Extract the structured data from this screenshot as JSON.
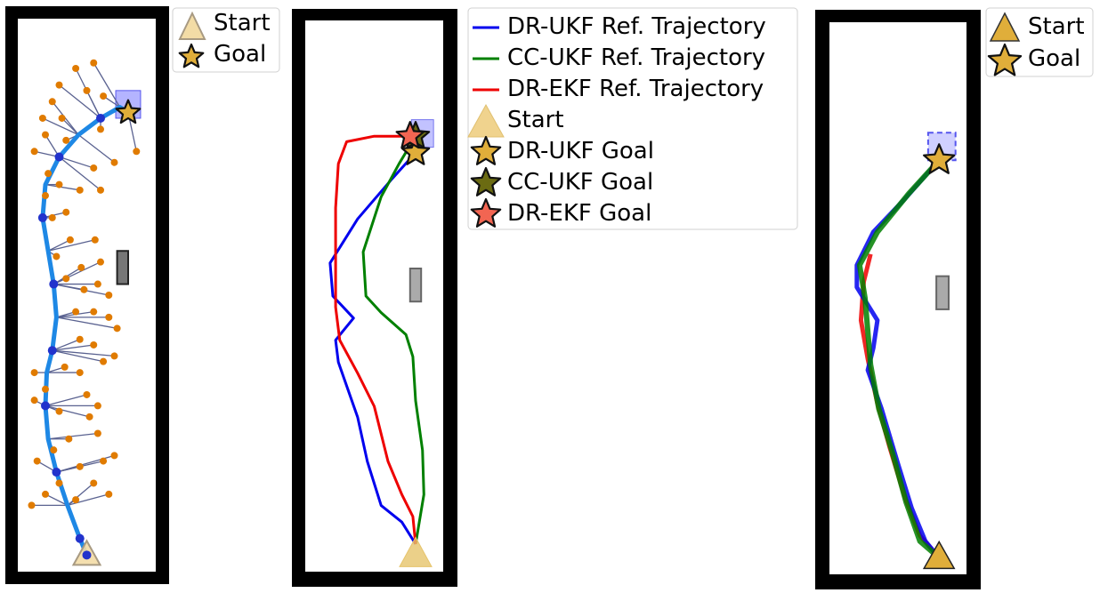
{
  "colors": {
    "dr_ukf": "#0000ee",
    "cc_ukf": "#008000",
    "dr_ekf": "#ee0000",
    "tree_edge": "#5a6290",
    "tree_node": "#e07b00",
    "path": "#1e88e5",
    "goal_gold": "#e0ae3a",
    "goal_olive": "#6b6b12",
    "goal_red": "#f26552",
    "start_fill": "#e6c46b",
    "goal_region": "#7777ff",
    "obstacle": "#777777"
  },
  "legend1": {
    "items": [
      {
        "label": "Start",
        "marker": "triangle"
      },
      {
        "label": "Goal",
        "marker": "star"
      }
    ]
  },
  "legend2": {
    "items": [
      {
        "label": "DR-UKF Ref. Trajectory",
        "marker": "line-blue"
      },
      {
        "label": "CC-UKF Ref. Trajectory",
        "marker": "line-green"
      },
      {
        "label": "DR-EKF Ref. Trajectory",
        "marker": "line-red"
      },
      {
        "label": "Start",
        "marker": "triangle"
      },
      {
        "label": "DR-UKF Goal",
        "marker": "star-gold"
      },
      {
        "label": "CC-UKF Goal",
        "marker": "star-olive"
      },
      {
        "label": "DR-EKF Goal",
        "marker": "star-red"
      }
    ]
  },
  "legend3": {
    "items": [
      {
        "label": "Start",
        "marker": "triangle"
      },
      {
        "label": "Goal",
        "marker": "star"
      }
    ]
  },
  "chart_data": [
    {
      "type": "scatter",
      "title": "",
      "xlim": [
        0,
        1
      ],
      "ylim": [
        0,
        1
      ],
      "start": [
        0.5,
        0.03
      ],
      "goal": [
        0.8,
        0.83
      ],
      "path": [
        [
          0.5,
          0.03
        ],
        [
          0.45,
          0.06
        ],
        [
          0.36,
          0.12
        ],
        [
          0.28,
          0.18
        ],
        [
          0.22,
          0.24
        ],
        [
          0.2,
          0.3
        ],
        [
          0.21,
          0.36
        ],
        [
          0.25,
          0.4
        ],
        [
          0.28,
          0.46
        ],
        [
          0.26,
          0.52
        ],
        [
          0.22,
          0.58
        ],
        [
          0.18,
          0.64
        ],
        [
          0.2,
          0.7
        ],
        [
          0.3,
          0.75
        ],
        [
          0.44,
          0.79
        ],
        [
          0.6,
          0.82
        ],
        [
          0.74,
          0.84
        ],
        [
          0.8,
          0.83
        ]
      ],
      "tree_nodes": [
        [
          0.1,
          0.12
        ],
        [
          0.2,
          0.14
        ],
        [
          0.3,
          0.16
        ],
        [
          0.42,
          0.13
        ],
        [
          0.14,
          0.2
        ],
        [
          0.26,
          0.22
        ],
        [
          0.37,
          0.24
        ],
        [
          0.45,
          0.19
        ],
        [
          0.55,
          0.16
        ],
        [
          0.62,
          0.2
        ],
        [
          0.7,
          0.21
        ],
        [
          0.66,
          0.14
        ],
        [
          0.58,
          0.25
        ],
        [
          0.52,
          0.28
        ],
        [
          0.12,
          0.31
        ],
        [
          0.2,
          0.33
        ],
        [
          0.3,
          0.29
        ],
        [
          0.12,
          0.36
        ],
        [
          0.5,
          0.32
        ],
        [
          0.58,
          0.3
        ],
        [
          0.45,
          0.36
        ],
        [
          0.34,
          0.37
        ],
        [
          0.45,
          0.42
        ],
        [
          0.55,
          0.41
        ],
        [
          0.62,
          0.38
        ],
        [
          0.7,
          0.39
        ],
        [
          0.42,
          0.47
        ],
        [
          0.55,
          0.47
        ],
        [
          0.66,
          0.46
        ],
        [
          0.72,
          0.44
        ],
        [
          0.48,
          0.51
        ],
        [
          0.58,
          0.52
        ],
        [
          0.66,
          0.5
        ],
        [
          0.35,
          0.53
        ],
        [
          0.46,
          0.55
        ],
        [
          0.6,
          0.56
        ],
        [
          0.28,
          0.57
        ],
        [
          0.38,
          0.6
        ],
        [
          0.56,
          0.6
        ],
        [
          0.25,
          0.64
        ],
        [
          0.35,
          0.65
        ],
        [
          0.2,
          0.68
        ],
        [
          0.3,
          0.7
        ],
        [
          0.45,
          0.69
        ],
        [
          0.6,
          0.69
        ],
        [
          0.35,
          0.78
        ],
        [
          0.22,
          0.72
        ],
        [
          0.12,
          0.76
        ],
        [
          0.2,
          0.79
        ],
        [
          0.32,
          0.82
        ],
        [
          0.55,
          0.73
        ],
        [
          0.7,
          0.74
        ],
        [
          0.86,
          0.76
        ],
        [
          0.6,
          0.8
        ],
        [
          0.5,
          0.87
        ],
        [
          0.42,
          0.91
        ],
        [
          0.55,
          0.92
        ],
        [
          0.25,
          0.85
        ],
        [
          0.18,
          0.82
        ],
        [
          0.3,
          0.88
        ],
        [
          0.62,
          0.86
        ]
      ],
      "obstacle": [
        0.72,
        0.52,
        0.08,
        0.06
      ],
      "goal_region": [
        0.71,
        0.82,
        0.18,
        0.05
      ]
    },
    {
      "type": "line",
      "title": "",
      "xlim": [
        0,
        1
      ],
      "ylim": [
        0,
        1
      ],
      "start": [
        0.8,
        0.03
      ],
      "obstacle": [
        0.76,
        0.49,
        0.08,
        0.06
      ],
      "goal_region": [
        0.77,
        0.77,
        0.16,
        0.05
      ],
      "goals": {
        "dr_ukf": [
          0.8,
          0.76
        ],
        "cc_ukf": [
          0.8,
          0.79
        ],
        "dr_ekf": [
          0.76,
          0.79
        ]
      },
      "series": [
        {
          "name": "DR-UKF Ref. Trajectory",
          "color_key": "dr_ukf",
          "points": [
            [
              0.8,
              0.05
            ],
            [
              0.7,
              0.09
            ],
            [
              0.55,
              0.12
            ],
            [
              0.45,
              0.2
            ],
            [
              0.38,
              0.28
            ],
            [
              0.24,
              0.38
            ],
            [
              0.22,
              0.42
            ],
            [
              0.35,
              0.46
            ],
            [
              0.2,
              0.5
            ],
            [
              0.18,
              0.56
            ],
            [
              0.38,
              0.64
            ],
            [
              0.62,
              0.71
            ],
            [
              0.8,
              0.76
            ]
          ]
        },
        {
          "name": "CC-UKF Ref. Trajectory",
          "color_key": "cc_ukf",
          "points": [
            [
              0.8,
              0.05
            ],
            [
              0.86,
              0.14
            ],
            [
              0.85,
              0.22
            ],
            [
              0.8,
              0.31
            ],
            [
              0.78,
              0.39
            ],
            [
              0.73,
              0.43
            ],
            [
              0.55,
              0.47
            ],
            [
              0.44,
              0.5
            ],
            [
              0.42,
              0.58
            ],
            [
              0.55,
              0.68
            ],
            [
              0.68,
              0.74
            ],
            [
              0.8,
              0.79
            ]
          ]
        },
        {
          "name": "DR-EKF Ref. Trajectory",
          "color_key": "dr_ekf",
          "points": [
            [
              0.8,
              0.05
            ],
            [
              0.78,
              0.1
            ],
            [
              0.7,
              0.14
            ],
            [
              0.6,
              0.2
            ],
            [
              0.5,
              0.3
            ],
            [
              0.38,
              0.36
            ],
            [
              0.25,
              0.42
            ],
            [
              0.22,
              0.48
            ],
            [
              0.22,
              0.56
            ],
            [
              0.22,
              0.66
            ],
            [
              0.24,
              0.74
            ],
            [
              0.3,
              0.78
            ],
            [
              0.5,
              0.79
            ],
            [
              0.76,
              0.79
            ]
          ]
        }
      ]
    },
    {
      "type": "line",
      "title": "",
      "xlim": [
        0,
        1
      ],
      "ylim": [
        0,
        1
      ],
      "start": [
        0.8,
        0.03
      ],
      "goal": [
        0.8,
        0.75
      ],
      "obstacle": [
        0.78,
        0.48,
        0.09,
        0.06
      ],
      "goal_region": [
        0.72,
        0.75,
        0.2,
        0.05
      ],
      "series": [
        {
          "name": "",
          "color_key": "dr_ukf",
          "points": [
            [
              0.8,
              0.03
            ],
            [
              0.7,
              0.06
            ],
            [
              0.6,
              0.12
            ],
            [
              0.5,
              0.2
            ],
            [
              0.38,
              0.3
            ],
            [
              0.28,
              0.37
            ],
            [
              0.32,
              0.41
            ],
            [
              0.35,
              0.46
            ],
            [
              0.2,
              0.52
            ],
            [
              0.2,
              0.56
            ],
            [
              0.32,
              0.62
            ],
            [
              0.55,
              0.68
            ],
            [
              0.8,
              0.75
            ]
          ]
        },
        {
          "name": "",
          "color_key": "cc_ukf",
          "points": [
            [
              0.8,
              0.03
            ],
            [
              0.66,
              0.06
            ],
            [
              0.56,
              0.13
            ],
            [
              0.46,
              0.22
            ],
            [
              0.36,
              0.3
            ],
            [
              0.3,
              0.38
            ],
            [
              0.28,
              0.44
            ],
            [
              0.26,
              0.5
            ],
            [
              0.22,
              0.56
            ],
            [
              0.35,
              0.62
            ],
            [
              0.58,
              0.69
            ],
            [
              0.8,
              0.75
            ]
          ]
        },
        {
          "name": "",
          "color_key": "dr_ekf",
          "points": [
            [
              0.8,
              0.03
            ],
            [
              0.66,
              0.07
            ],
            [
              0.55,
              0.14
            ],
            [
              0.44,
              0.23
            ],
            [
              0.35,
              0.31
            ],
            [
              0.28,
              0.39
            ],
            [
              0.23,
              0.46
            ],
            [
              0.25,
              0.53
            ],
            [
              0.3,
              0.58
            ]
          ]
        }
      ]
    }
  ]
}
